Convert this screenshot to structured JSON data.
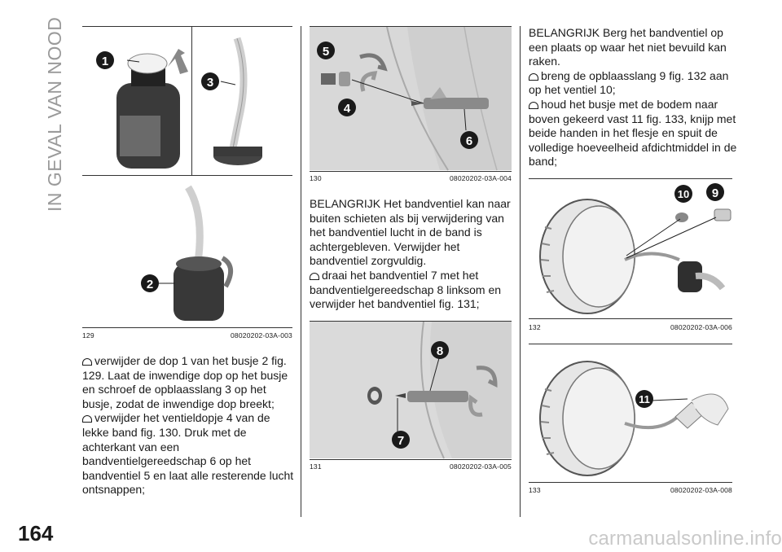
{
  "section_title": "IN GEVAL VAN NOOD",
  "page_number": "164",
  "watermark": "carmanualsonline.info",
  "figures": {
    "fig129": {
      "number": "129",
      "code": "08020202-03A-003",
      "callouts": [
        "1",
        "3",
        "2"
      ]
    },
    "fig130": {
      "number": "130",
      "code": "08020202-03A-004",
      "callouts": [
        "5",
        "4",
        "6"
      ]
    },
    "fig131": {
      "number": "131",
      "code": "08020202-03A-005",
      "callouts": [
        "8",
        "7"
      ]
    },
    "fig132": {
      "number": "132",
      "code": "08020202-03A-006",
      "callouts": [
        "10",
        "9"
      ]
    },
    "fig133": {
      "number": "133",
      "code": "08020202-03A-008",
      "callouts": [
        "11"
      ]
    }
  },
  "col1": {
    "b1": "verwijder de dop 1 van het busje 2 fig. 129. Laat de inwendige dop op het busje en schroef de opblaasslang 3 op het busje, zodat de inwendige dop breekt;",
    "b2": "verwijder het ventieldopje 4 van de lekke band fig. 130. Druk met de achterkant van een bandventielgereedschap 6 op het bandventiel 5 en laat alle resterende lucht ontsnappen;"
  },
  "col2": {
    "important": "BELANGRIJK Het bandventiel kan naar buiten schieten als bij verwijdering van het bandventiel lucht in de band is achtergebleven. Verwijder het bandventiel zorgvuldig.",
    "b1": "draai het bandventiel 7 met het bandventielgereedschap 8 linksom en verwijder het bandventiel fig. 131;"
  },
  "col3": {
    "important": "BELANGRIJK Berg het bandventiel op een plaats op waar het niet bevuild kan raken.",
    "b1": "breng de opblaasslang 9 fig. 132 aan op het ventiel 10;",
    "b2": "houd het busje met de bodem naar boven gekeerd vast 11 fig. 133, knijp met beide handen in het flesje en spuit de volledige hoeveelheid afdichtmiddel in de band;"
  }
}
